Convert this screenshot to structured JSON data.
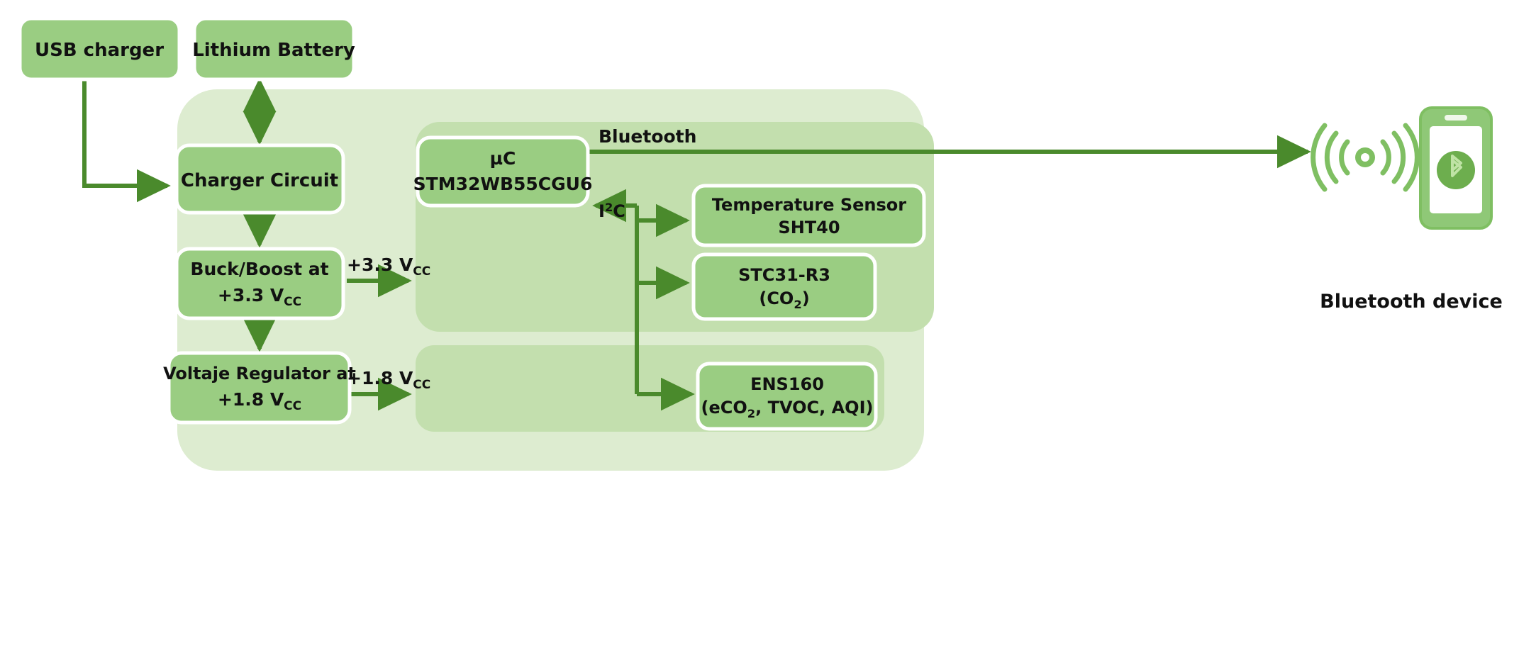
{
  "diagram": {
    "title": "Wearable air-quality sensor node block diagram",
    "colors": {
      "box_fill": "#9ACD82",
      "panel_fill": "#C3DFAE",
      "outer_fill": "#DDECD0",
      "arrow": "#4A8A2C",
      "box_stroke": "#FFFFFF",
      "text": "#111111",
      "background": "#FFFFFF"
    },
    "blocks": {
      "usb_charger": {
        "label": "USB charger"
      },
      "lithium_battery": {
        "label": "Lithium Battery"
      },
      "charger_circuit": {
        "label": "Charger Circuit"
      },
      "buck_boost": {
        "line1": "Buck/Boost at",
        "line2_prefix": "+3.3 V",
        "line2_sub": "CC"
      },
      "voltage_regulator": {
        "line1": "Voltaje Regulator at",
        "line2_prefix": "+1.8 V",
        "line2_sub": "CC"
      },
      "mcu": {
        "line1": "µC",
        "line2": "STM32WB55CGU6"
      },
      "temperature_sensor": {
        "line1": "Temperature Sensor",
        "line2": "SHT40"
      },
      "co2_sensor": {
        "line1": "STC31-R3",
        "line2_prefix": "(CO",
        "line2_sub": "2",
        "line2_suffix": ")"
      },
      "aqi_sensor": {
        "line1": "ENS160",
        "line2_prefix": "(eCO",
        "line2_sub": "2",
        "line2_suffix": ", TVOC, AQI)"
      },
      "bluetooth_device": {
        "label": "Bluetooth device"
      }
    },
    "edges": {
      "rail_33": {
        "prefix": "+3.3 V",
        "sub": "CC"
      },
      "rail_18": {
        "prefix": "+1.8 V",
        "sub": "CC"
      },
      "bluetooth": {
        "label": "Bluetooth"
      },
      "i2c": {
        "prefix": "I",
        "sup": "2",
        "suffix": "C"
      }
    }
  }
}
